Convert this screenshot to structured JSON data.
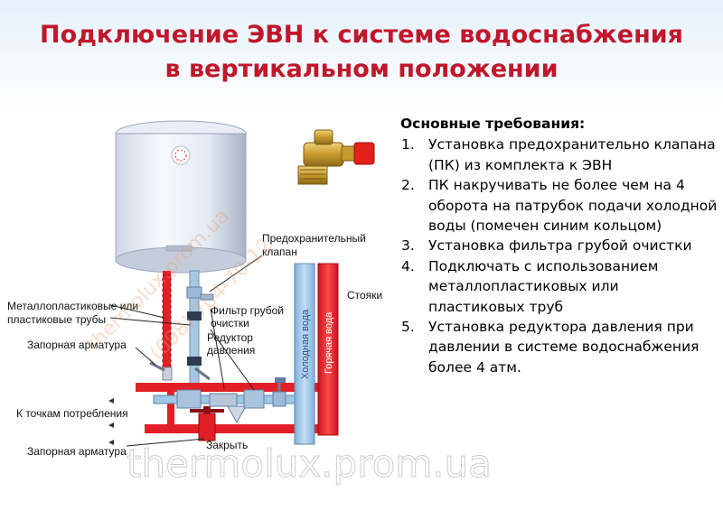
{
  "title": {
    "line1": "Подключение ЭВН к системе водоснабжения",
    "line2": "в вертикальном положении"
  },
  "requirements": {
    "heading": "Основные требования:",
    "items": [
      {
        "num": "1.",
        "text": "Установка предохранительно клапана (ПК) из комплекта к ЭВН"
      },
      {
        "num": "2.",
        "text": "ПК накручивать не более чем на 4 оборота на патрубок подачи холодной воды (помечен синим кольцом)"
      },
      {
        "num": "3.",
        "text": "Установка фильтра грубой очистки"
      },
      {
        "num": "4.",
        "text": "Подключать с использованием металлопластиковых или пластиковых труб"
      },
      {
        "num": "5.",
        "text": "Установка редуктора давления при давлении в системе водоснабжения более 4 атм."
      }
    ]
  },
  "diagram": {
    "label_safety_valve": [
      "Предохранительный",
      "клапан"
    ],
    "label_risers": "Стояки",
    "label_pipes": [
      "Металлопластиковые или",
      "пластиковые трубы"
    ],
    "label_filter": [
      "Фильтр грубой",
      "очистки"
    ],
    "label_reducer": [
      "Редуктор",
      "давления"
    ],
    "label_shutoff_top": "Запорная арматура",
    "label_consumers": "К точкам потребления",
    "label_shutoff_bottom": "Запорная арматура",
    "label_closed": "Закрыть",
    "riser_cold": "Холодная вода",
    "riser_hot": "Горячая вода"
  },
  "watermarks": {
    "bottom": "thermolux.prom.ua",
    "diag1": "thermolux.prom.ua",
    "diag2": "(098) 704-70-12"
  },
  "colors": {
    "title": "#c0172b",
    "hot_pipe": "#e21f26",
    "cold_pipe": "#9fc7e6"
  }
}
